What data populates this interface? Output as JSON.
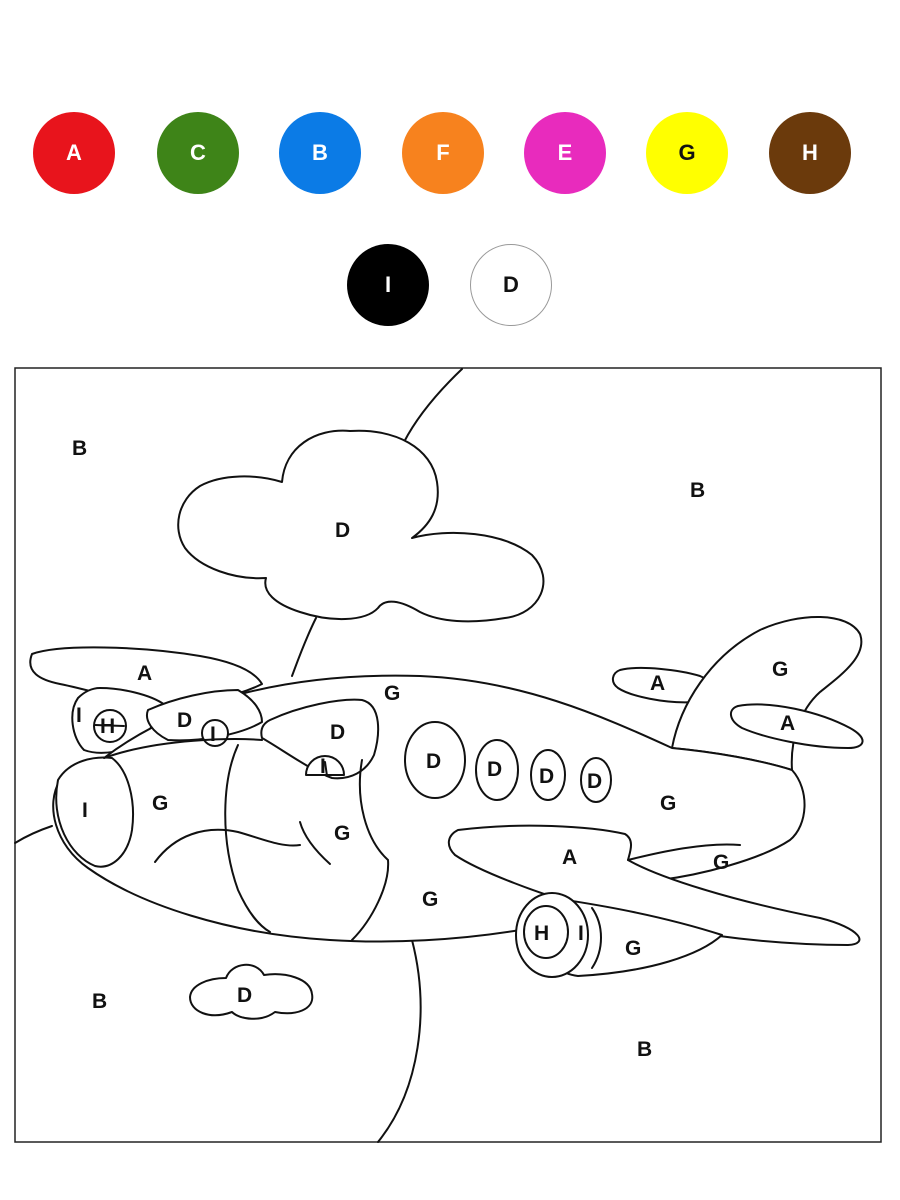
{
  "palette": [
    {
      "letter": "A",
      "color": "#e8141c",
      "text_color": "#ffffff"
    },
    {
      "letter": "C",
      "color": "#3e8418",
      "text_color": "#ffffff"
    },
    {
      "letter": "B",
      "color": "#0b7be6",
      "text_color": "#ffffff"
    },
    {
      "letter": "F",
      "color": "#f7821e",
      "text_color": "#ffffff"
    },
    {
      "letter": "E",
      "color": "#e82bbd",
      "text_color": "#ffffff"
    },
    {
      "letter": "G",
      "color": "#ffff00",
      "text_color": "#111111"
    },
    {
      "letter": "H",
      "color": "#6b3a0c",
      "text_color": "#ffffff"
    },
    {
      "letter": "I",
      "color": "#000000",
      "text_color": "#ffffff"
    },
    {
      "letter": "D",
      "color": "#ffffff",
      "text_color": "#111111"
    }
  ],
  "regions": {
    "sky_top_left": "B",
    "sky_top_right": "B",
    "sky_bottom_left": "B",
    "sky_bottom_right": "B",
    "big_cloud": "D",
    "small_cloud": "D",
    "top_wing": "A",
    "tail_stabilizer_small": "A",
    "tail_fin": "G",
    "tail_stabilizer_right": "A",
    "rear_engine_dark": "I",
    "rear_engine_hub": "H",
    "cockpit_window_left": "D",
    "cockpit_window_knob": "I",
    "cockpit_window_right": "D",
    "cockpit_window_knob_2": "I",
    "fuselage_top": "G",
    "nose_cap": "I",
    "nose": "G",
    "cabin_front": "G",
    "window_1": "D",
    "window_2": "D",
    "window_3": "D",
    "window_4": "D",
    "fuselage_rear": "G",
    "main_wing": "A",
    "wing_back": "G",
    "belly": "G",
    "engine_hub": "H",
    "engine_ring": "I",
    "engine_body": "G"
  }
}
